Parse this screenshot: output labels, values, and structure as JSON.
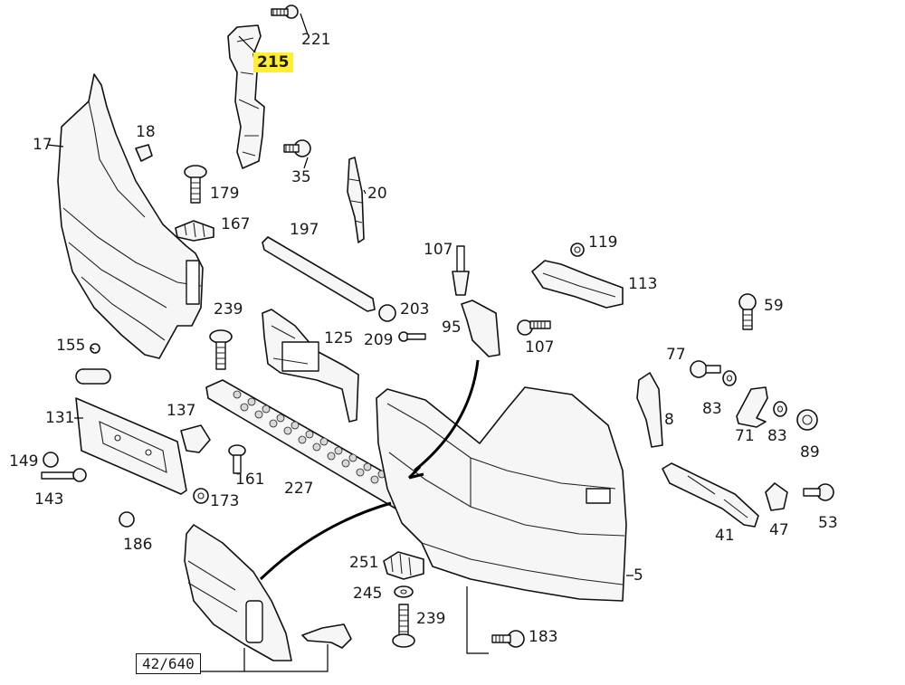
{
  "diagram": {
    "highlight_color": "#ffee33",
    "callouts": [
      {
        "id": "c221",
        "text": "221"
      },
      {
        "id": "c215",
        "text": "215",
        "highlighted": true
      },
      {
        "id": "c17",
        "text": "17"
      },
      {
        "id": "c18",
        "text": "18"
      },
      {
        "id": "c35",
        "text": "35"
      },
      {
        "id": "c179",
        "text": "179"
      },
      {
        "id": "c20",
        "text": "20"
      },
      {
        "id": "c167",
        "text": "167"
      },
      {
        "id": "c197",
        "text": "197"
      },
      {
        "id": "c107a",
        "text": "107"
      },
      {
        "id": "c119",
        "text": "119"
      },
      {
        "id": "c113",
        "text": "113"
      },
      {
        "id": "c59",
        "text": "59"
      },
      {
        "id": "c239a",
        "text": "239"
      },
      {
        "id": "c203",
        "text": "203"
      },
      {
        "id": "c209",
        "text": "209"
      },
      {
        "id": "c95",
        "text": "95"
      },
      {
        "id": "c107b",
        "text": "107"
      },
      {
        "id": "c125",
        "text": "125"
      },
      {
        "id": "c155",
        "text": "155"
      },
      {
        "id": "c77",
        "text": "77"
      },
      {
        "id": "c83a",
        "text": "83"
      },
      {
        "id": "c8",
        "text": "8"
      },
      {
        "id": "c131",
        "text": "131"
      },
      {
        "id": "c137",
        "text": "137"
      },
      {
        "id": "c71",
        "text": "71"
      },
      {
        "id": "c83b",
        "text": "83"
      },
      {
        "id": "c89",
        "text": "89"
      },
      {
        "id": "c149",
        "text": "149"
      },
      {
        "id": "c161",
        "text": "161"
      },
      {
        "id": "c227",
        "text": "227"
      },
      {
        "id": "c143",
        "text": "143"
      },
      {
        "id": "c173",
        "text": "173"
      },
      {
        "id": "c41",
        "text": "41"
      },
      {
        "id": "c47",
        "text": "47"
      },
      {
        "id": "c53",
        "text": "53"
      },
      {
        "id": "c186",
        "text": "186"
      },
      {
        "id": "c251",
        "text": "251"
      },
      {
        "id": "c5",
        "text": "5"
      },
      {
        "id": "c245",
        "text": "245"
      },
      {
        "id": "c239b",
        "text": "239"
      },
      {
        "id": "c183",
        "text": "183"
      },
      {
        "id": "c42",
        "text": "42/640",
        "boxed": true
      }
    ]
  }
}
